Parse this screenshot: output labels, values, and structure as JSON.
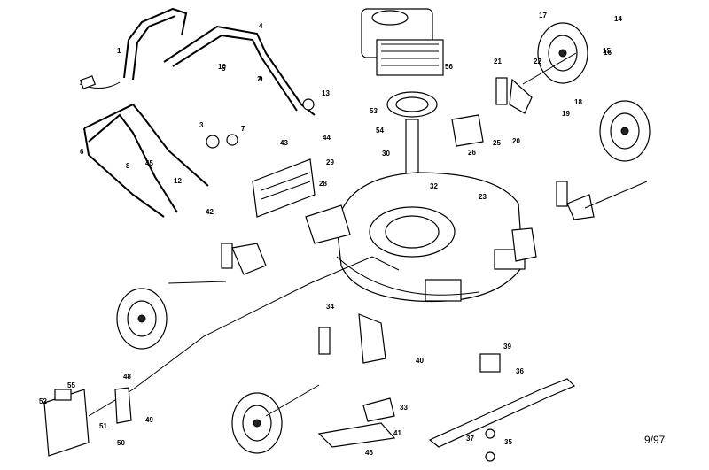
{
  "diagram": {
    "labels": [
      "1",
      "2",
      "3",
      "4",
      "5",
      "6",
      "7",
      "8",
      "9",
      "10",
      "12",
      "13",
      "14",
      "15",
      "16",
      "17",
      "18",
      "19",
      "20",
      "21",
      "22",
      "23",
      "25",
      "26",
      "28",
      "29",
      "30",
      "32",
      "33",
      "34",
      "35",
      "36",
      "37",
      "39",
      "40",
      "41",
      "42",
      "43",
      "44",
      "45",
      "46",
      "48",
      "49",
      "50",
      "51",
      "52",
      "53",
      "54",
      "55",
      "56"
    ],
    "date_code": "9/97"
  }
}
